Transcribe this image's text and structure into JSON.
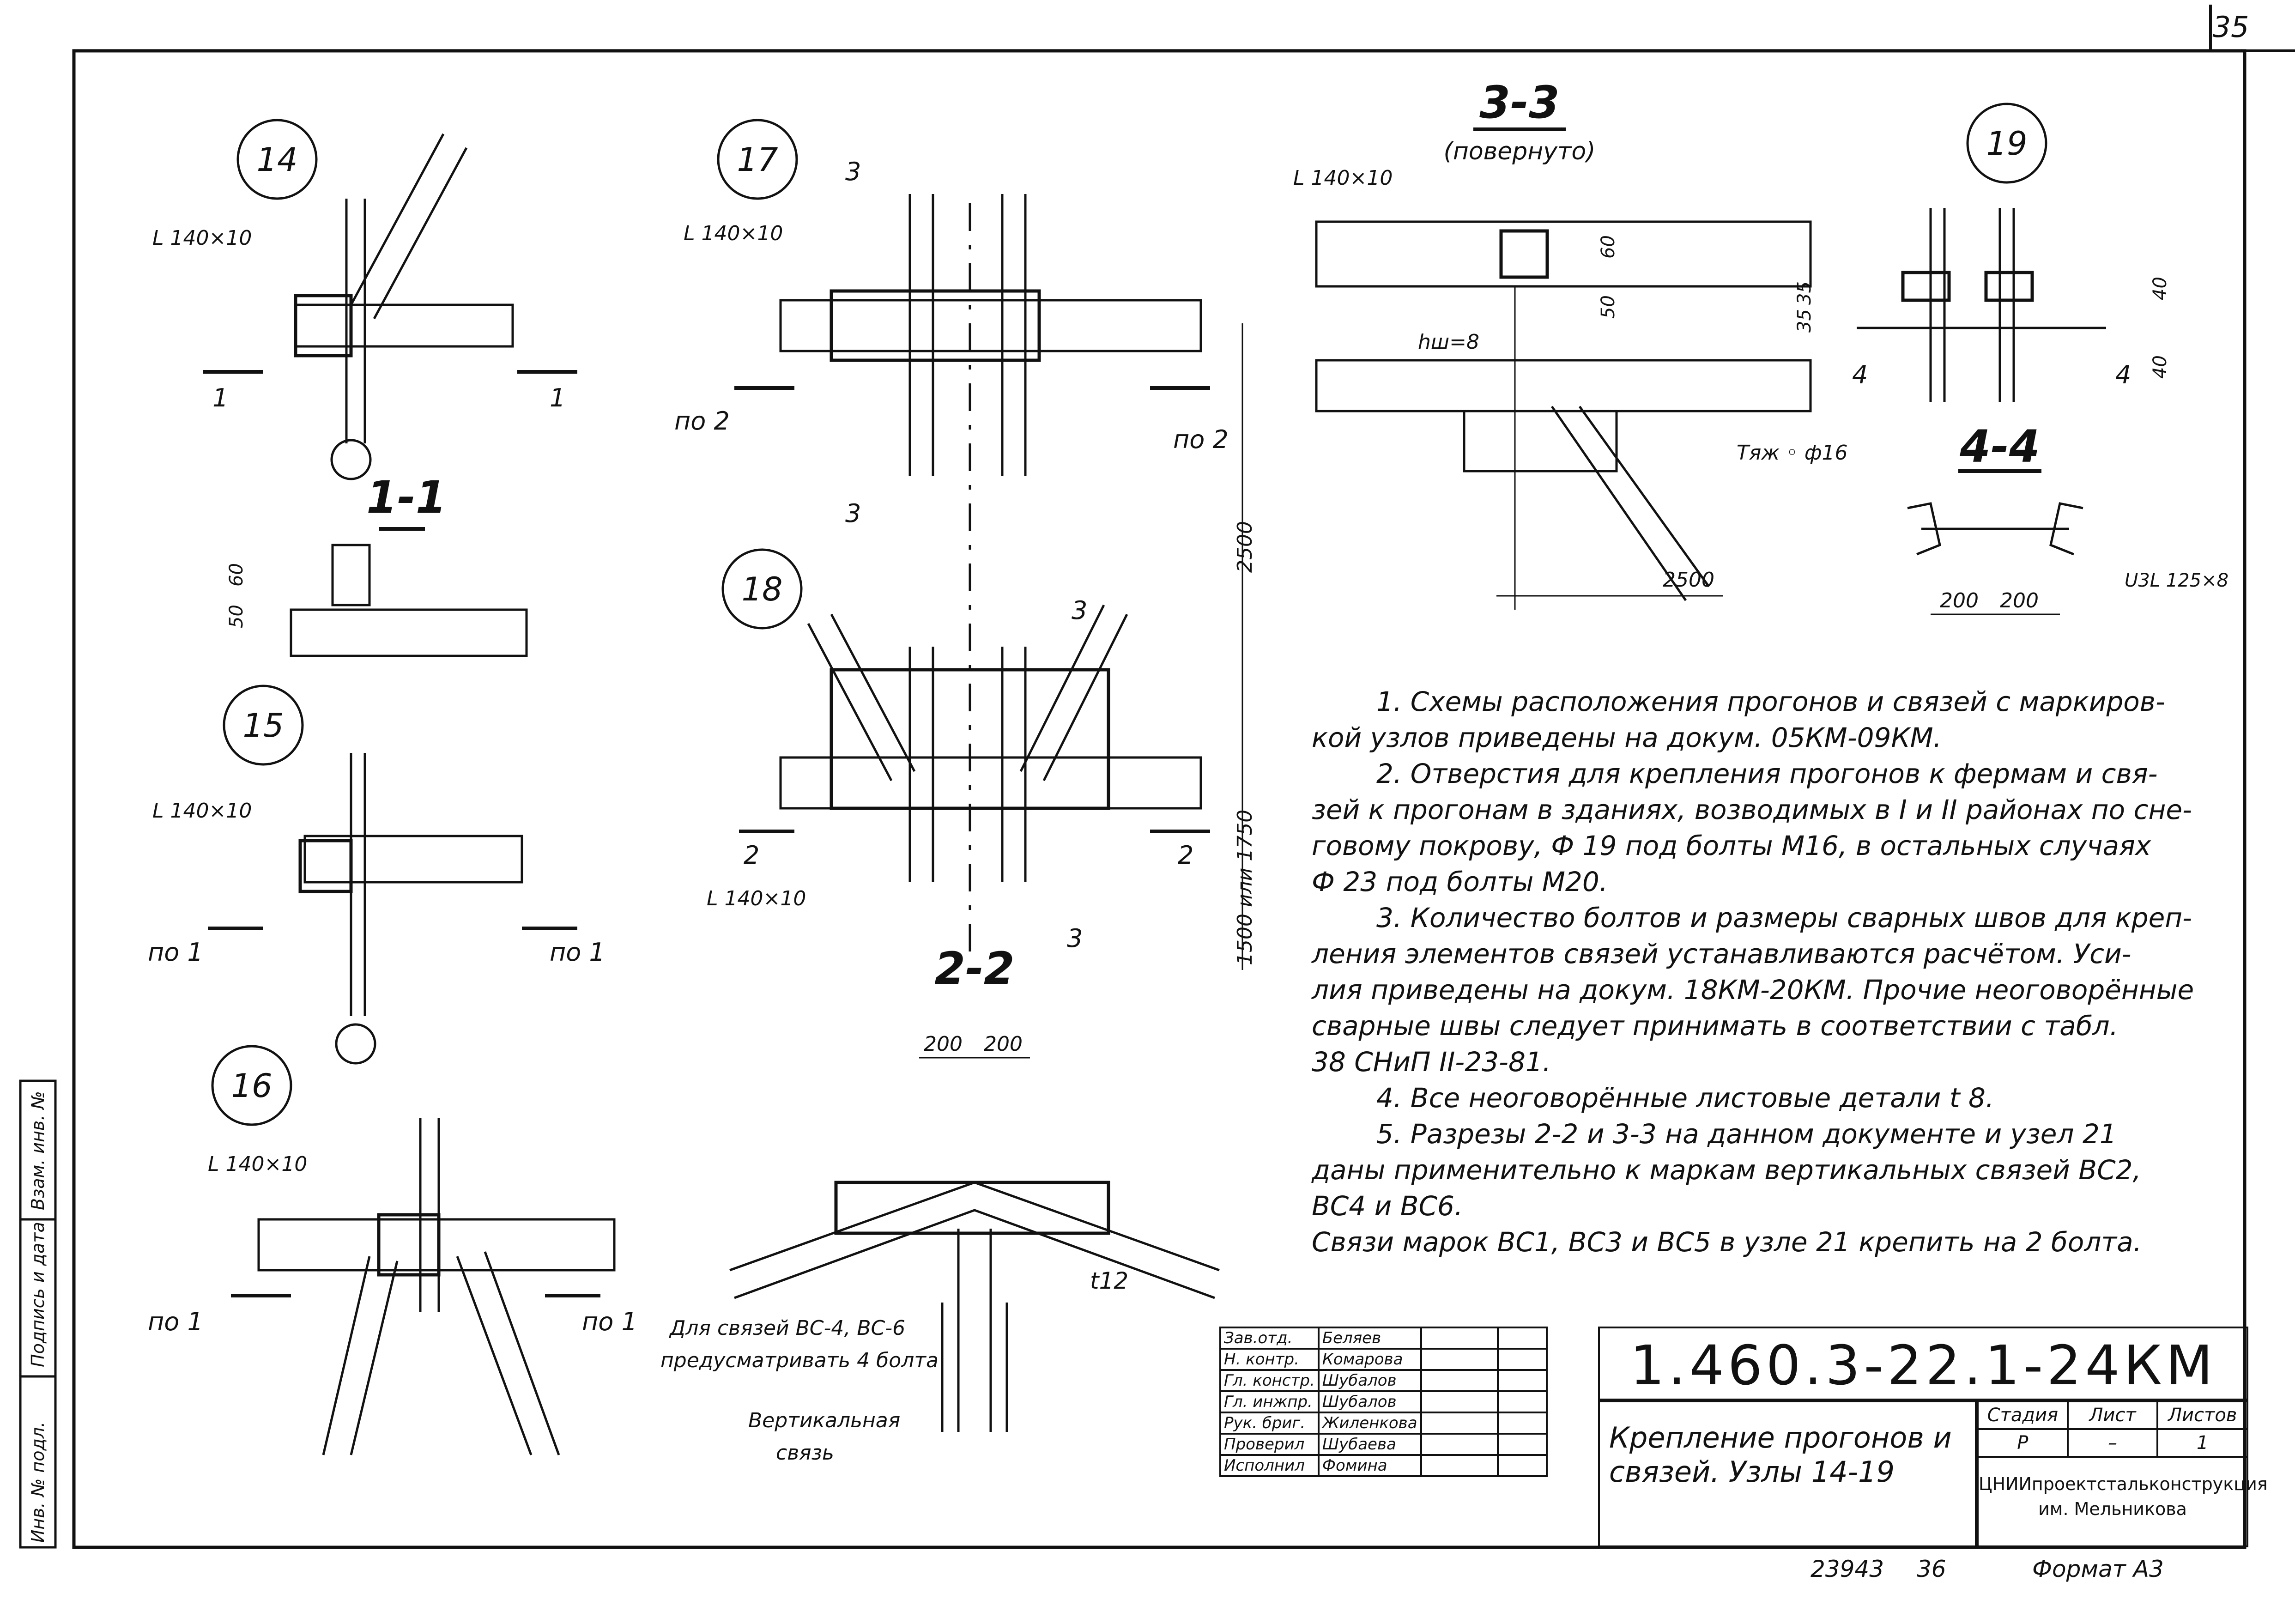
{
  "sheet": {
    "sheet_number": "35",
    "angle_label": "L 140×10",
    "nodes": [
      "14",
      "15",
      "16",
      "17",
      "18",
      "19"
    ],
    "sections": {
      "s11": "1-1",
      "s22": "2-2",
      "s33": "3-3",
      "s33_note": "(повернуто)",
      "s44": "4-4"
    },
    "marks": {
      "m1": "1",
      "po1": "по 1",
      "po2": "по 2",
      "m2": "2",
      "m3": "3",
      "m4": "4",
      "d60": "60",
      "d50": "50",
      "d2500": "2500",
      "d1500": "1500 или 1750",
      "d200": "200",
      "d35": "35",
      "d40": "40",
      "hw": "hш=8",
      "t12": "t12",
      "rod": "Тяж ◦ ф16",
      "u3l": "U3L 125×8",
      "note_vc": "Для связей ВС-4, ВС-6",
      "note_vc2": "предусматривать 4 болта",
      "vert1": "Вертикальная",
      "vert2": "связь"
    },
    "notes": [
      "1. Схемы расположения прогонов и связей с маркиров-",
      "кой узлов приведены на докум. 05КМ-09КМ.",
      "2. Отверстия для крепления прогонов к фермам и свя-",
      "зей к прогонам в зданиях, возводимых в I и II районах по сне-",
      "говому покрову, Ф 19 под болты М16, в остальных случаях",
      "Ф 23 под болты М20.",
      "3. Количество болтов и размеры сварных швов для креп-",
      "ления элементов связей устанавливаются расчётом. Уси-",
      "лия приведены на докум. 18КМ-20КМ. Прочие неоговорённые",
      "сварные швы следует принимать в соответствии с табл.",
      "38 СНиП II-23-81.",
      "4. Все неоговорённые листовые детали t 8.",
      "5. Разрезы 2-2 и 3-3 на данном документе и узел 21",
      "даны применительно к маркам вертикальных связей ВС2,",
      "ВС4 и ВС6.",
      "Связи марок ВС1, ВС3 и ВС5 в узле 21 крепить на 2 болта."
    ]
  },
  "stamp": {
    "code": "1.460.3-22.1-24КМ",
    "title": "Крепление прогонов и связей. Узлы 14-19",
    "stage_header": "Стадия",
    "sheet_header": "Лист",
    "sheets_header": "Листов",
    "stage": "Р",
    "sheet": "–",
    "sheets": "1",
    "org1": "ЦНИИпроектстальконструкция",
    "org2": "им. Мельникова",
    "rows": [
      {
        "role": "Зав.отд.",
        "name": "Беляев"
      },
      {
        "role": "Н. контр.",
        "name": "Комарова"
      },
      {
        "role": "Гл. констр.",
        "name": "Шубалов"
      },
      {
        "role": "Гл. инжпр.",
        "name": "Шубалов"
      },
      {
        "role": "Рук. бриг.",
        "name": "Жиленкова"
      },
      {
        "role": "Проверил",
        "name": "Шубаева"
      },
      {
        "role": "Исполнил",
        "name": "Фомина"
      }
    ],
    "inv": "23943",
    "inv2": "36",
    "format": "Формат А3"
  },
  "side": {
    "a": "Инв. № подл.",
    "b": "Подпись и дата",
    "c": "Взам. инв. №"
  }
}
